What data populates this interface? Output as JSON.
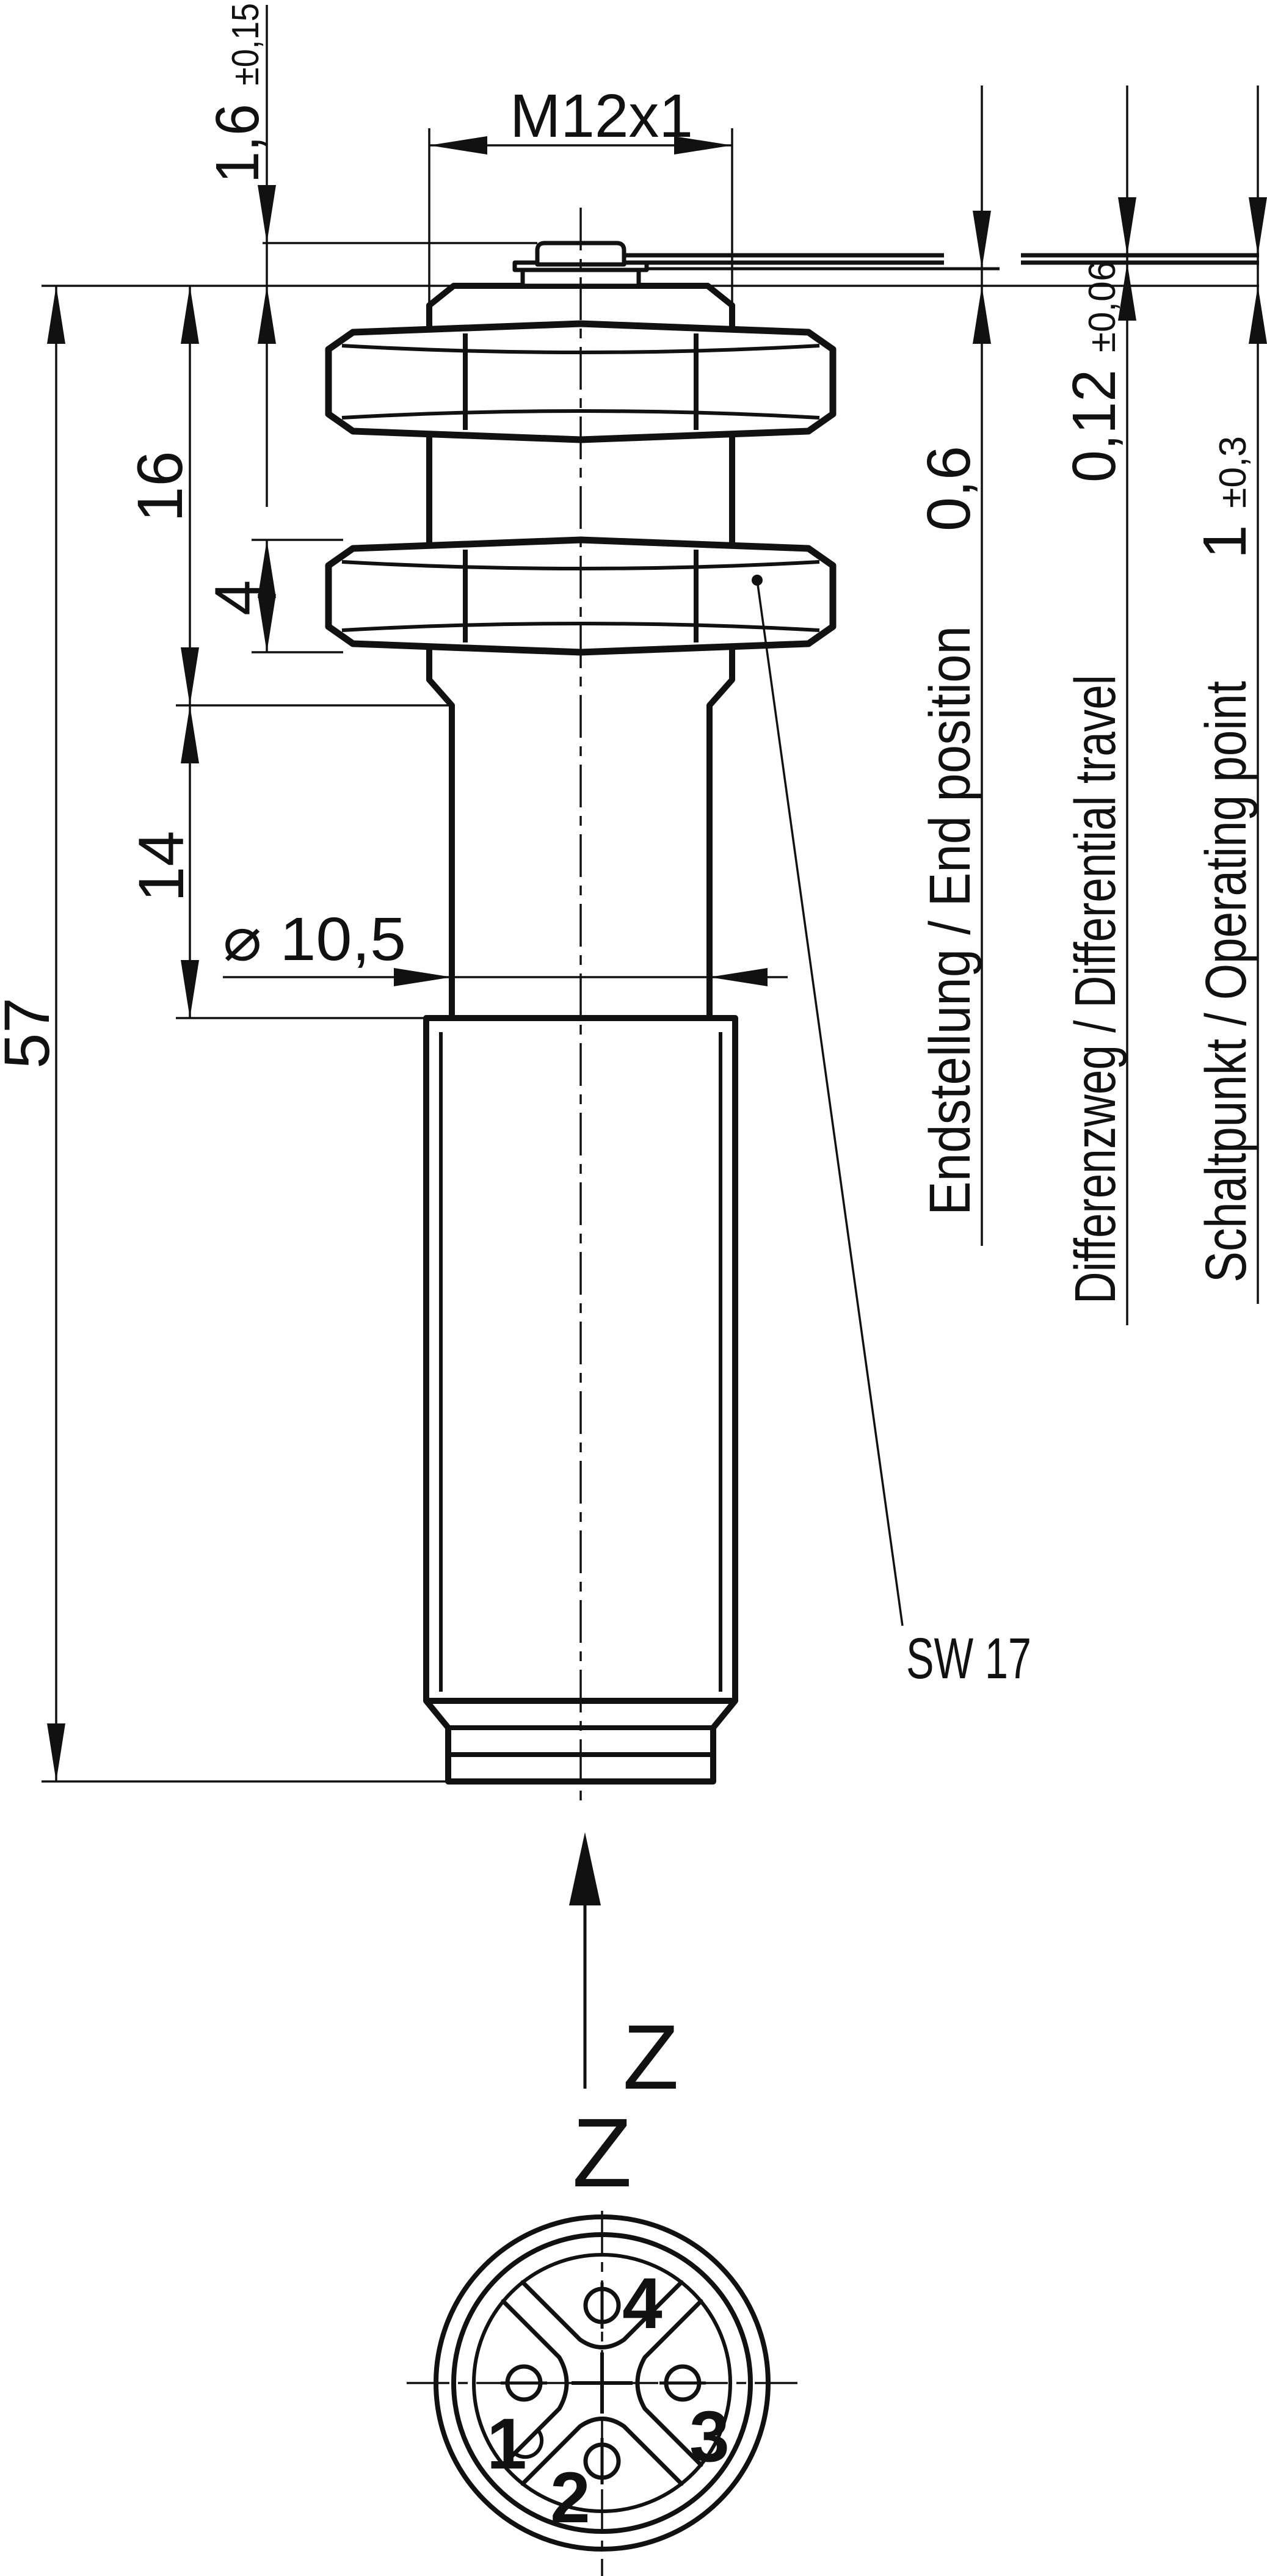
{
  "drawing": {
    "thread_label": "M12x1",
    "protrusion": {
      "value": "1,6",
      "tol": "±0,15"
    },
    "thread_length": "16",
    "locknut_height": "4",
    "shaft_length": "14",
    "total_length": "57",
    "shaft_diameter": "⌀ 10,5",
    "wrench_size": "SW 17",
    "axis_label": "Z",
    "view_label": "Z",
    "annotations": [
      {
        "label": "Endstellung / End position",
        "value": "0,6",
        "tol": ""
      },
      {
        "label": "Differenzweg / Differential travel",
        "value": "0,12",
        "tol": "±0,06"
      },
      {
        "label": "Schaltpunkt / Operating point",
        "value": "1",
        "tol": "±0,3"
      }
    ],
    "pins": {
      "p1": "1",
      "p2": "2",
      "p3": "3",
      "p4": "4"
    }
  }
}
